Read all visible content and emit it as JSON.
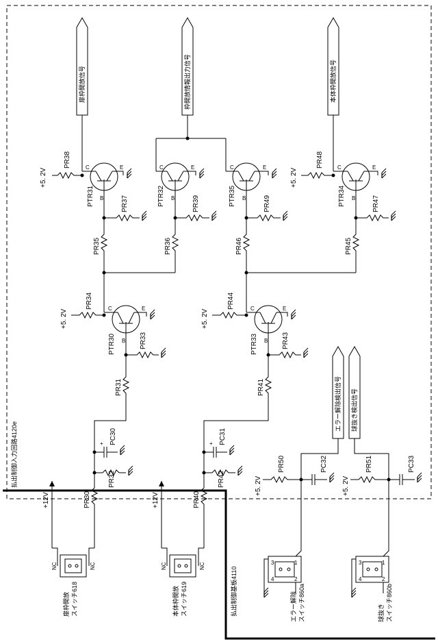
{
  "signals": {
    "door_open": "扉枠開放信号",
    "frame_open_output": "枠開放情報出力信号",
    "body_open": "本体枠開放信号",
    "error_release_detect": "エラー解除検出信号",
    "ball_remove_detect": "球抜き検出信号"
  },
  "power": {
    "v52": "+5. 2V",
    "v12": "+12V"
  },
  "board_labels": {
    "input_circuit": "払出制御入力回路4120e",
    "control_board": "払出制御基板4110"
  },
  "transistors": {
    "ptr30": "PTR30",
    "ptr31": "PTR31",
    "ptr32": "PTR32",
    "ptr33": "PTR33",
    "ptr34": "PTR34",
    "ptr35": "PTR35"
  },
  "pins": {
    "c": "C",
    "b": "B",
    "e": "E",
    "nc": "NC",
    "p1": "1",
    "p2": "2",
    "p3": "3",
    "p4": "4"
  },
  "resistors": {
    "pr30": "PR30",
    "pr31": "PR31",
    "pr32": "PR32",
    "pr33": "PR33",
    "pr34": "PR34",
    "pr35": "PR35",
    "pr36": "PR36",
    "pr37": "PR37",
    "pr38": "PR38",
    "pr39": "PR39",
    "pr40": "PR40",
    "pr41": "PR41",
    "pr42": "PR42",
    "pr43": "PR43",
    "pr44": "PR44",
    "pr45": "PR45",
    "pr46": "PR46",
    "pr47": "PR47",
    "pr48": "PR48",
    "pr49": "PR49",
    "pr50": "PR50",
    "pr51": "PR51"
  },
  "capacitors": {
    "pc30": "PC30",
    "pc31": "PC31",
    "pc32": "PC32",
    "pc33": "PC33",
    "plus": "+"
  },
  "switches": {
    "door_l1": "扉枠開放",
    "door_l2": "スイッチ618",
    "body_l1": "本体枠開放",
    "body_l2": "スイッチ619",
    "err_l1": "エラー解除",
    "err_l2": "スイッチ860a",
    "ball_l1": "球抜き",
    "ball_l2": "スイッチ860b"
  }
}
